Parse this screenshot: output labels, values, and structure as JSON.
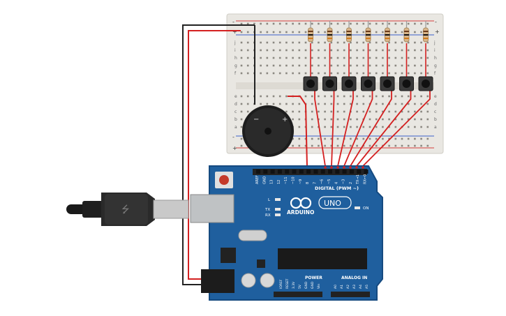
{
  "colors": {
    "board": "#1f5f9e",
    "board_edge": "#154a80",
    "breadboard": "#e9e7e2",
    "wire_red": "#d42020",
    "wire_black": "#222222",
    "rail_red": "#d53c3c",
    "rail_blue": "#3b5fc9",
    "button": "#2b2b2b",
    "resistor": "#d9b58a"
  },
  "breadboard": {
    "rail_plus": "+",
    "rail_minus": "-",
    "row_letters_top": [
      "j",
      "i",
      "h",
      "g",
      "f"
    ],
    "row_letters_bottom": [
      "e",
      "d",
      "c",
      "b",
      "a"
    ]
  },
  "components": {
    "resistor_count": 7,
    "pushbutton_count": 7,
    "buzzer_minus": "−",
    "buzzer_plus": "+"
  },
  "arduino": {
    "brand": "ARDUINO",
    "model": "UNO",
    "digital_header": "DIGITAL (PWM ~)",
    "digital_pins": [
      "AREF",
      "GND",
      "13",
      "12",
      "~11",
      "~10",
      "~9",
      "8",
      "7",
      "~6",
      "~5",
      "4",
      "~3",
      "2",
      "TX→1",
      "RX←0"
    ],
    "led_l": "L",
    "led_tx": "TX",
    "led_rx": "RX",
    "on_label": "ON",
    "power_header": "POWER",
    "power_pins": [
      "IOREF",
      "RESET",
      "3.3V",
      "5V",
      "GND",
      "GND",
      "Vin"
    ],
    "analog_header": "ANALOG IN",
    "analog_pins": [
      "A0",
      "A1",
      "A2",
      "A3",
      "A4",
      "A5"
    ]
  }
}
